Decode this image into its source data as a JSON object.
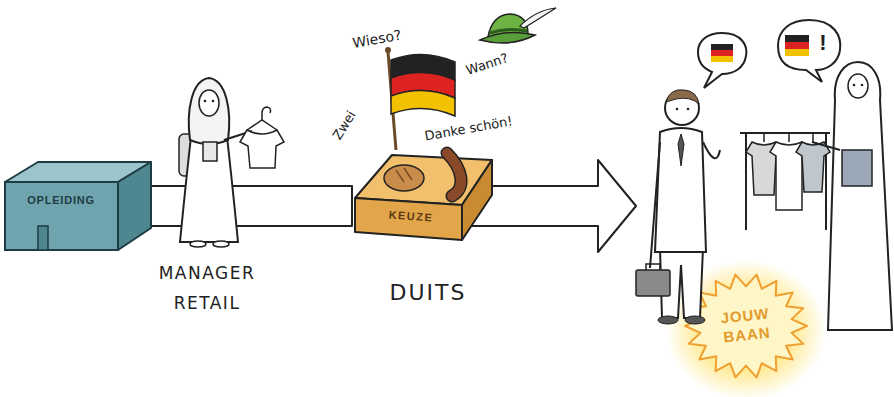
{
  "diagram": {
    "nodes": [
      {
        "text": [
          "OPLEIDING"
        ]
      },
      {
        "text": [
          "KEUZE"
        ]
      },
      {
        "text": [
          "!"
        ]
      },
      {
        "text": [
          "JOUW BAAN"
        ]
      }
    ],
    "edges": [
      {
        "from": 0,
        "to": 1,
        "arrow": "none"
      }
    ],
    "labels": [
      "MANAGER RETAIL",
      "Wieso?",
      "Wann?",
      "Zwei",
      "Danke schön!",
      "DUITS"
    ]
  }
}
